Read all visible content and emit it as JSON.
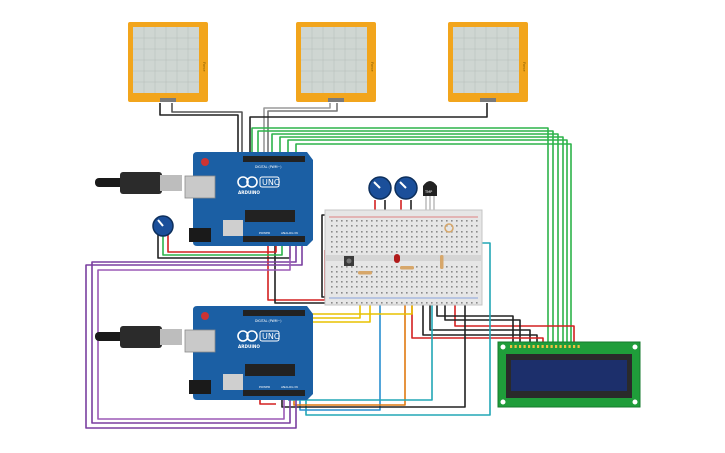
{
  "arduino_top": {
    "brand": "ARDUINO",
    "model": "UNO",
    "digital_label": "DIGITAL (PWM~)",
    "power_label": "POWER",
    "analog_label": "ANALOG IN"
  },
  "arduino_bottom": {
    "brand": "ARDUINO",
    "model": "UNO",
    "digital_label": "DIGITAL (PWM~)",
    "power_label": "POWER",
    "analog_label": "ANALOG IN"
  },
  "sensor_pads": [
    {
      "label": "Force"
    },
    {
      "label": "Force"
    },
    {
      "label": "Force"
    }
  ],
  "temperature_sensor": {
    "label": "TMP"
  },
  "colors": {
    "board_blue": "#1b5fa4",
    "pad_orange": "#f2a51c",
    "breadboard": "#e6e6e6",
    "lcd_pcb": "#1f9d3a",
    "lcd_screen": "#1c2f6b",
    "wire_green": "#2db34a",
    "wire_red": "#d42020",
    "wire_black": "#222222",
    "wire_purple": "#7a3fa0",
    "wire_yellow": "#e8c200",
    "wire_orange": "#e07a10",
    "wire_blue": "#2a8fd0",
    "wire_teal": "#22a7b5",
    "wire_gray": "#9a9a9a"
  },
  "icons": [
    "usb-cable-icon",
    "potentiometer-icon",
    "pushbutton-icon",
    "led-icon",
    "resistor-icon"
  ]
}
